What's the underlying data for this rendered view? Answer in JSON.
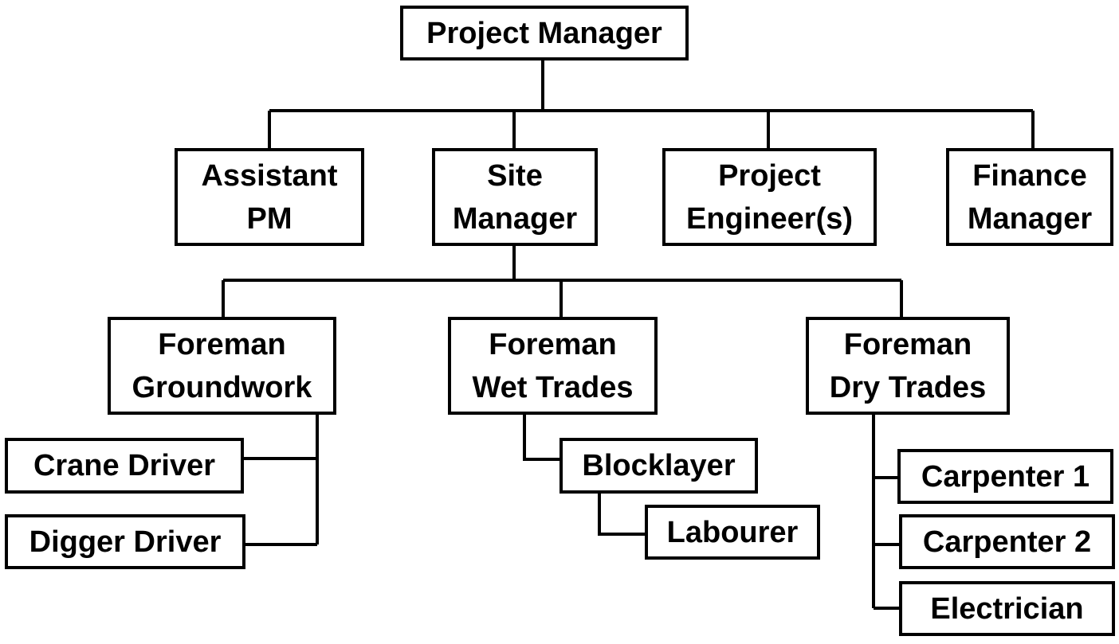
{
  "nodes": {
    "project_manager": [
      "Project Manager"
    ],
    "assistant_pm": [
      "Assistant",
      "PM"
    ],
    "site_manager": [
      "Site",
      "Manager"
    ],
    "project_engineers": [
      "Project",
      "Engineer(s)"
    ],
    "finance_manager": [
      "Finance",
      "Manager"
    ],
    "foreman_groundwork": [
      "Foreman",
      "Groundwork"
    ],
    "foreman_wet_trades": [
      "Foreman",
      "Wet Trades"
    ],
    "foreman_dry_trades": [
      "Foreman",
      "Dry Trades"
    ],
    "crane_driver": [
      "Crane Driver"
    ],
    "digger_driver": [
      "Digger Driver"
    ],
    "blocklayer": [
      "Blocklayer"
    ],
    "labourer": [
      "Labourer"
    ],
    "carpenter_1": [
      "Carpenter 1"
    ],
    "carpenter_2": [
      "Carpenter 2"
    ],
    "electrician": [
      "Electrician"
    ]
  },
  "reports_to": {
    "project_manager": null,
    "assistant_pm": "project_manager",
    "site_manager": "project_manager",
    "project_engineers": "project_manager",
    "finance_manager": "project_manager",
    "foreman_groundwork": "site_manager",
    "foreman_wet_trades": "site_manager",
    "foreman_dry_trades": "site_manager",
    "crane_driver": "foreman_groundwork",
    "digger_driver": "foreman_groundwork",
    "blocklayer": "foreman_wet_trades",
    "labourer": "blocklayer",
    "carpenter_1": "foreman_dry_trades",
    "carpenter_2": "foreman_dry_trades",
    "electrician": "foreman_dry_trades"
  }
}
